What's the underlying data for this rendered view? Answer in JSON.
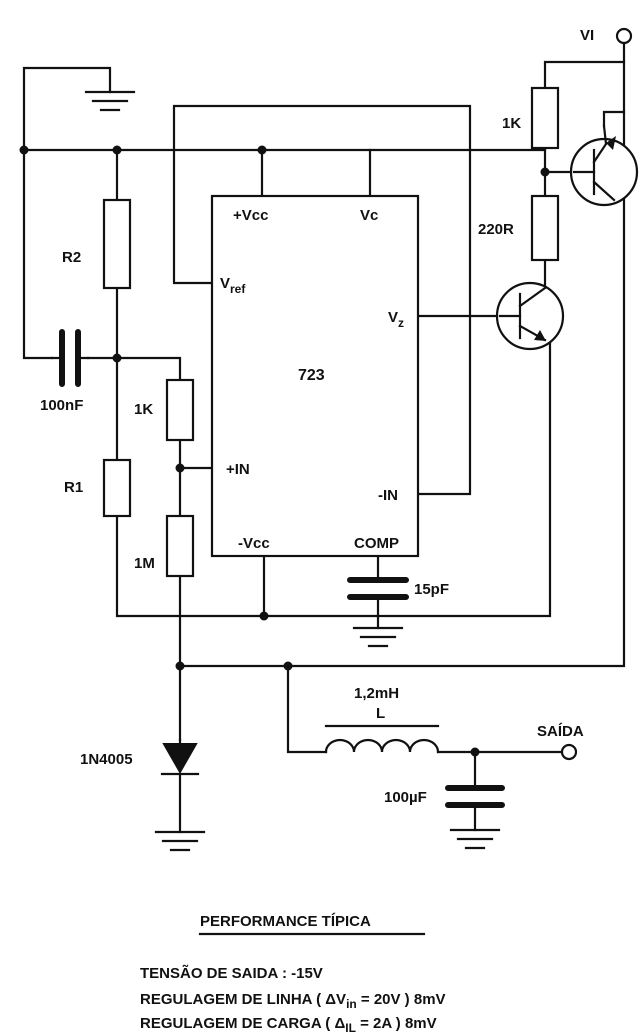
{
  "terminals": {
    "input": "VI",
    "output": "SAÍDA"
  },
  "ic": {
    "name": "723",
    "pins": {
      "vcc_pos": "+Vcc",
      "vc": "Vc",
      "vref_main": "V",
      "vref_sub": "ref",
      "vz_main": "V",
      "vz_sub": "z",
      "in_pos": "+IN",
      "in_neg": "-IN",
      "vcc_neg": "-Vcc",
      "comp": "COMP"
    }
  },
  "components": {
    "r_top_right": "1K",
    "r_mid_right": "220R",
    "r2": "R2",
    "r1": "R1",
    "r_in": "1K",
    "r_bottom": "1M",
    "c_feedback": "100nF",
    "c_comp": "15pF",
    "inductor_value": "1,2mH",
    "inductor_name": "L",
    "c_out": "100µF",
    "diode": "1N4005"
  },
  "performance": {
    "title": "PERFORMANCE TÍPICA",
    "line1": "TENSÃO DE SAIDA : -15V",
    "line2_pre": "REGULAGEM DE LINHA ( ΔV",
    "line2_sub": "in",
    "line2_post": " = 20V ) 8mV",
    "line3_pre": "REGULAGEM DE CARGA ( Δ",
    "line3_sub": "IL",
    "line3_post": " = 2A ) 8mV"
  }
}
